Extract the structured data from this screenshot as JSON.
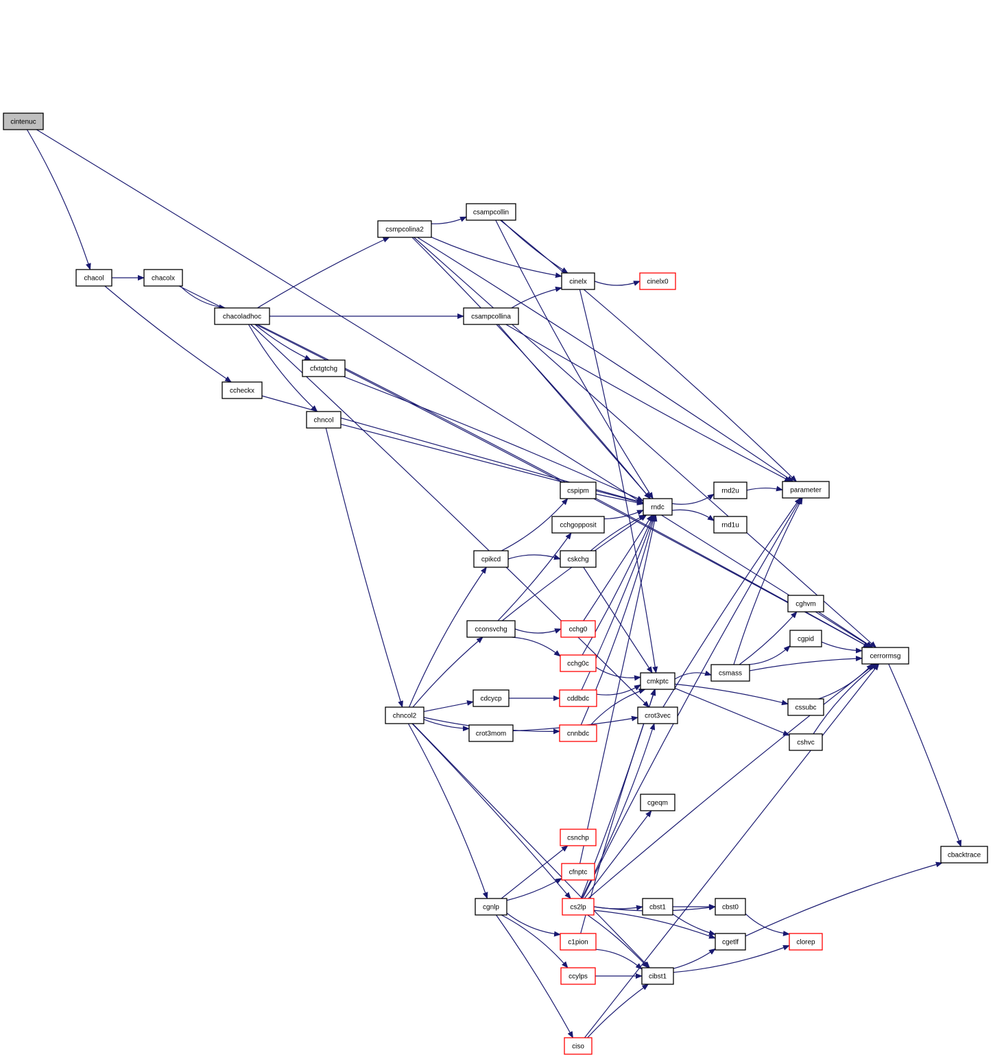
{
  "colors": {
    "edge": "#191970",
    "normal_border": "#000000",
    "truncated_border": "#ff0000",
    "root_fill": "#bfbfbf",
    "fill": "#ffffff"
  },
  "nodes": [
    {
      "id": "cintenuc",
      "label": "cintenuc",
      "style": "root"
    },
    {
      "id": "chacol",
      "label": "chacol",
      "style": "normal"
    },
    {
      "id": "chacolx",
      "label": "chacolx",
      "style": "normal"
    },
    {
      "id": "chacoladhoc",
      "label": "chacoladhoc",
      "style": "normal"
    },
    {
      "id": "ccheckx",
      "label": "ccheckx",
      "style": "normal"
    },
    {
      "id": "csmpcolina2",
      "label": "csmpcolina2",
      "style": "normal"
    },
    {
      "id": "csampcollin",
      "label": "csampcollin",
      "style": "normal"
    },
    {
      "id": "csampcollina",
      "label": "csampcollina",
      "style": "normal"
    },
    {
      "id": "cinelx",
      "label": "cinelx",
      "style": "normal"
    },
    {
      "id": "cinelx0",
      "label": "cinelx0",
      "style": "truncated"
    },
    {
      "id": "cfxtgtchg",
      "label": "cfxtgtchg",
      "style": "normal"
    },
    {
      "id": "chncol",
      "label": "chncol",
      "style": "normal"
    },
    {
      "id": "rndc",
      "label": "rndc",
      "style": "normal"
    },
    {
      "id": "rnd2u",
      "label": "rnd2u",
      "style": "normal"
    },
    {
      "id": "rnd1u",
      "label": "rnd1u",
      "style": "normal"
    },
    {
      "id": "parameter",
      "label": "parameter",
      "style": "normal"
    },
    {
      "id": "cspipm",
      "label": "cspipm",
      "style": "normal"
    },
    {
      "id": "cchgopposit",
      "label": "cchgopposit",
      "style": "normal"
    },
    {
      "id": "cpikcd",
      "label": "cpikcd",
      "style": "normal"
    },
    {
      "id": "cskchg",
      "label": "cskchg",
      "style": "normal"
    },
    {
      "id": "cconsvchg",
      "label": "cconsvchg",
      "style": "normal"
    },
    {
      "id": "cchg0",
      "label": "cchg0",
      "style": "truncated"
    },
    {
      "id": "cchg0c",
      "label": "cchg0c",
      "style": "truncated"
    },
    {
      "id": "cmkptc",
      "label": "cmkptc",
      "style": "normal"
    },
    {
      "id": "csmass",
      "label": "csmass",
      "style": "normal"
    },
    {
      "id": "cghvm",
      "label": "cghvm",
      "style": "normal"
    },
    {
      "id": "cgpid",
      "label": "cgpid",
      "style": "normal"
    },
    {
      "id": "cerrormsg",
      "label": "cerrormsg",
      "style": "normal"
    },
    {
      "id": "cssubc",
      "label": "cssubc",
      "style": "normal"
    },
    {
      "id": "cshvc",
      "label": "cshvc",
      "style": "normal"
    },
    {
      "id": "cdcycp",
      "label": "cdcycp",
      "style": "normal"
    },
    {
      "id": "cddbdc",
      "label": "cddbdc",
      "style": "truncated"
    },
    {
      "id": "chncol2",
      "label": "chncol2",
      "style": "normal"
    },
    {
      "id": "crot3mom",
      "label": "crot3mom",
      "style": "normal"
    },
    {
      "id": "cnnbdc",
      "label": "cnnbdc",
      "style": "truncated"
    },
    {
      "id": "crot3vec",
      "label": "crot3vec",
      "style": "normal"
    },
    {
      "id": "cgeqm",
      "label": "cgeqm",
      "style": "normal"
    },
    {
      "id": "csnchp",
      "label": "csnchp",
      "style": "truncated"
    },
    {
      "id": "cfnptc",
      "label": "cfnptc",
      "style": "truncated"
    },
    {
      "id": "cgnlp",
      "label": "cgnlp",
      "style": "normal"
    },
    {
      "id": "cs2lp",
      "label": "cs2lp",
      "style": "truncated"
    },
    {
      "id": "cbst1",
      "label": "cbst1",
      "style": "normal"
    },
    {
      "id": "cbst0",
      "label": "cbst0",
      "style": "normal"
    },
    {
      "id": "c1pion",
      "label": "c1pion",
      "style": "truncated"
    },
    {
      "id": "cgetlf",
      "label": "cgetlf",
      "style": "normal"
    },
    {
      "id": "clorep",
      "label": "clorep",
      "style": "truncated"
    },
    {
      "id": "ccylps",
      "label": "ccylps",
      "style": "truncated"
    },
    {
      "id": "cibst1",
      "label": "cibst1",
      "style": "normal"
    },
    {
      "id": "ciso",
      "label": "ciso",
      "style": "truncated"
    },
    {
      "id": "cbacktrace",
      "label": "cbacktrace",
      "style": "normal"
    }
  ],
  "edges": [
    [
      "cintenuc",
      "chacol"
    ],
    [
      "cintenuc",
      "cerrormsg"
    ],
    [
      "chacol",
      "chacolx"
    ],
    [
      "chacol",
      "ccheckx"
    ],
    [
      "chacolx",
      "chacoladhoc"
    ],
    [
      "chacolx",
      "cerrormsg"
    ],
    [
      "chacoladhoc",
      "csmpcolina2"
    ],
    [
      "chacoladhoc",
      "csampcollina"
    ],
    [
      "chacoladhoc",
      "cfxtgtchg"
    ],
    [
      "chacoladhoc",
      "chncol"
    ],
    [
      "chacoladhoc",
      "cerrormsg"
    ],
    [
      "chacoladhoc",
      "crot3vec"
    ],
    [
      "ccheckx",
      "rndc"
    ],
    [
      "csmpcolina2",
      "csampcollin"
    ],
    [
      "csmpcolina2",
      "cinelx"
    ],
    [
      "csmpcolina2",
      "rndc"
    ],
    [
      "csmpcolina2",
      "parameter"
    ],
    [
      "csmpcolina2",
      "cerrormsg"
    ],
    [
      "csampcollin",
      "cinelx"
    ],
    [
      "csampcollin",
      "rndc"
    ],
    [
      "csampcollin",
      "parameter"
    ],
    [
      "csampcollina",
      "cinelx"
    ],
    [
      "csampcollina",
      "rndc"
    ],
    [
      "csampcollina",
      "parameter"
    ],
    [
      "cinelx",
      "cinelx0"
    ],
    [
      "cinelx",
      "cmkptc"
    ],
    [
      "cfxtgtchg",
      "rndc"
    ],
    [
      "chncol",
      "rndc"
    ],
    [
      "chncol",
      "chncol2"
    ],
    [
      "rndc",
      "rnd2u"
    ],
    [
      "rndc",
      "rnd1u"
    ],
    [
      "rnd2u",
      "parameter"
    ],
    [
      "cspipm",
      "rndc"
    ],
    [
      "cchgopposit",
      "rndc"
    ],
    [
      "cpikcd",
      "cspipm"
    ],
    [
      "cpikcd",
      "cskchg"
    ],
    [
      "cskchg",
      "rndc"
    ],
    [
      "cskchg",
      "cmkptc"
    ],
    [
      "cconsvchg",
      "cchgopposit"
    ],
    [
      "cconsvchg",
      "cchg0"
    ],
    [
      "cconsvchg",
      "cchg0c"
    ],
    [
      "cconsvchg",
      "rndc"
    ],
    [
      "cchg0",
      "rndc"
    ],
    [
      "cchg0c",
      "rndc"
    ],
    [
      "cchg0c",
      "cmkptc"
    ],
    [
      "cmkptc",
      "csmass"
    ],
    [
      "cmkptc",
      "cssubc"
    ],
    [
      "cmkptc",
      "cshvc"
    ],
    [
      "csmass",
      "cghvm"
    ],
    [
      "csmass",
      "cgpid"
    ],
    [
      "csmass",
      "parameter"
    ],
    [
      "csmass",
      "cerrormsg"
    ],
    [
      "cghvm",
      "cerrormsg"
    ],
    [
      "cgpid",
      "cerrormsg"
    ],
    [
      "cssubc",
      "cerrormsg"
    ],
    [
      "cshvc",
      "cerrormsg"
    ],
    [
      "cerrormsg",
      "cbacktrace"
    ],
    [
      "cdcycp",
      "cddbdc"
    ],
    [
      "cddbdc",
      "rndc"
    ],
    [
      "cddbdc",
      "cmkptc"
    ],
    [
      "chncol2",
      "cpikcd"
    ],
    [
      "chncol2",
      "cconsvchg"
    ],
    [
      "chncol2",
      "cdcycp"
    ],
    [
      "chncol2",
      "crot3mom"
    ],
    [
      "chncol2",
      "cnnbdc"
    ],
    [
      "chncol2",
      "cgnlp"
    ],
    [
      "chncol2",
      "cs2lp"
    ],
    [
      "chncol2",
      "cibst1"
    ],
    [
      "crot3mom",
      "crot3vec"
    ],
    [
      "cnnbdc",
      "rndc"
    ],
    [
      "cnnbdc",
      "cmkptc"
    ],
    [
      "crot3vec",
      "parameter"
    ],
    [
      "cgnlp",
      "csnchp"
    ],
    [
      "cgnlp",
      "cfnptc"
    ],
    [
      "cgnlp",
      "c1pion"
    ],
    [
      "cgnlp",
      "ccylps"
    ],
    [
      "cgnlp",
      "ciso"
    ],
    [
      "cfnptc",
      "rndc"
    ],
    [
      "cs2lp",
      "cbst1"
    ],
    [
      "cs2lp",
      "cbst0"
    ],
    [
      "cs2lp",
      "cgetlf"
    ],
    [
      "cs2lp",
      "cibst1"
    ],
    [
      "cs2lp",
      "cgeqm"
    ],
    [
      "cs2lp",
      "cmkptc"
    ],
    [
      "cs2lp",
      "crot3vec"
    ],
    [
      "cs2lp",
      "parameter"
    ],
    [
      "cs2lp",
      "cerrormsg"
    ],
    [
      "cbst1",
      "cbst0"
    ],
    [
      "cbst1",
      "cgetlf"
    ],
    [
      "cbst0",
      "clorep"
    ],
    [
      "c1pion",
      "cibst1"
    ],
    [
      "c1pion",
      "cmkptc"
    ],
    [
      "ccylps",
      "cibst1"
    ],
    [
      "cibst1",
      "cgetlf"
    ],
    [
      "cibst1",
      "clorep"
    ],
    [
      "cgetlf",
      "cbacktrace"
    ],
    [
      "ciso",
      "cibst1"
    ],
    [
      "ciso",
      "cerrormsg"
    ]
  ]
}
